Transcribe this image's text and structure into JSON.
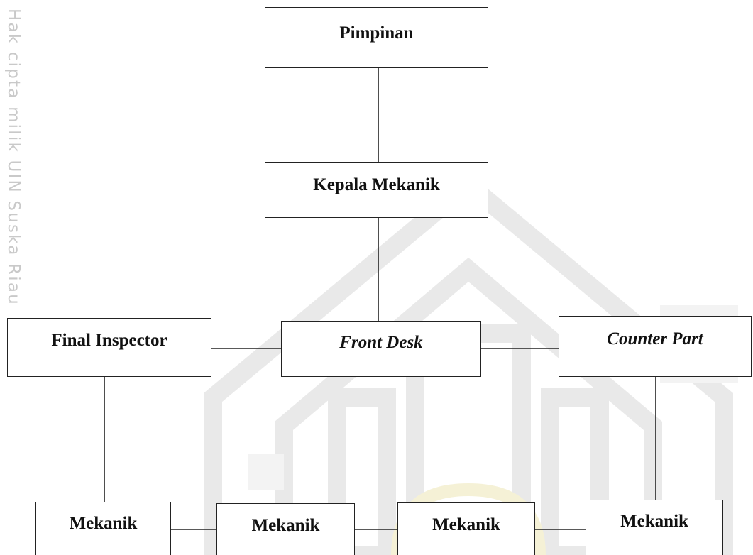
{
  "watermark": {
    "side_text": "Hak cipta milik UIN Suska Riau",
    "logo_icon": "uin-suska-riau-logo-icon",
    "color": "#c9c9c9"
  },
  "nodes": {
    "pimpinan": "Pimpinan",
    "kepala_mekanik": "Kepala Mekanik",
    "final_inspector": "Final Inspector",
    "front_desk": "Front Desk",
    "counter_part": "Counter Part",
    "mekanik_1": "Mekanik",
    "mekanik_2": "Mekanik",
    "mekanik_3": "Mekanik",
    "mekanik_4": "Mekanik"
  },
  "colors": {
    "line": "#222222",
    "text": "#111111"
  }
}
